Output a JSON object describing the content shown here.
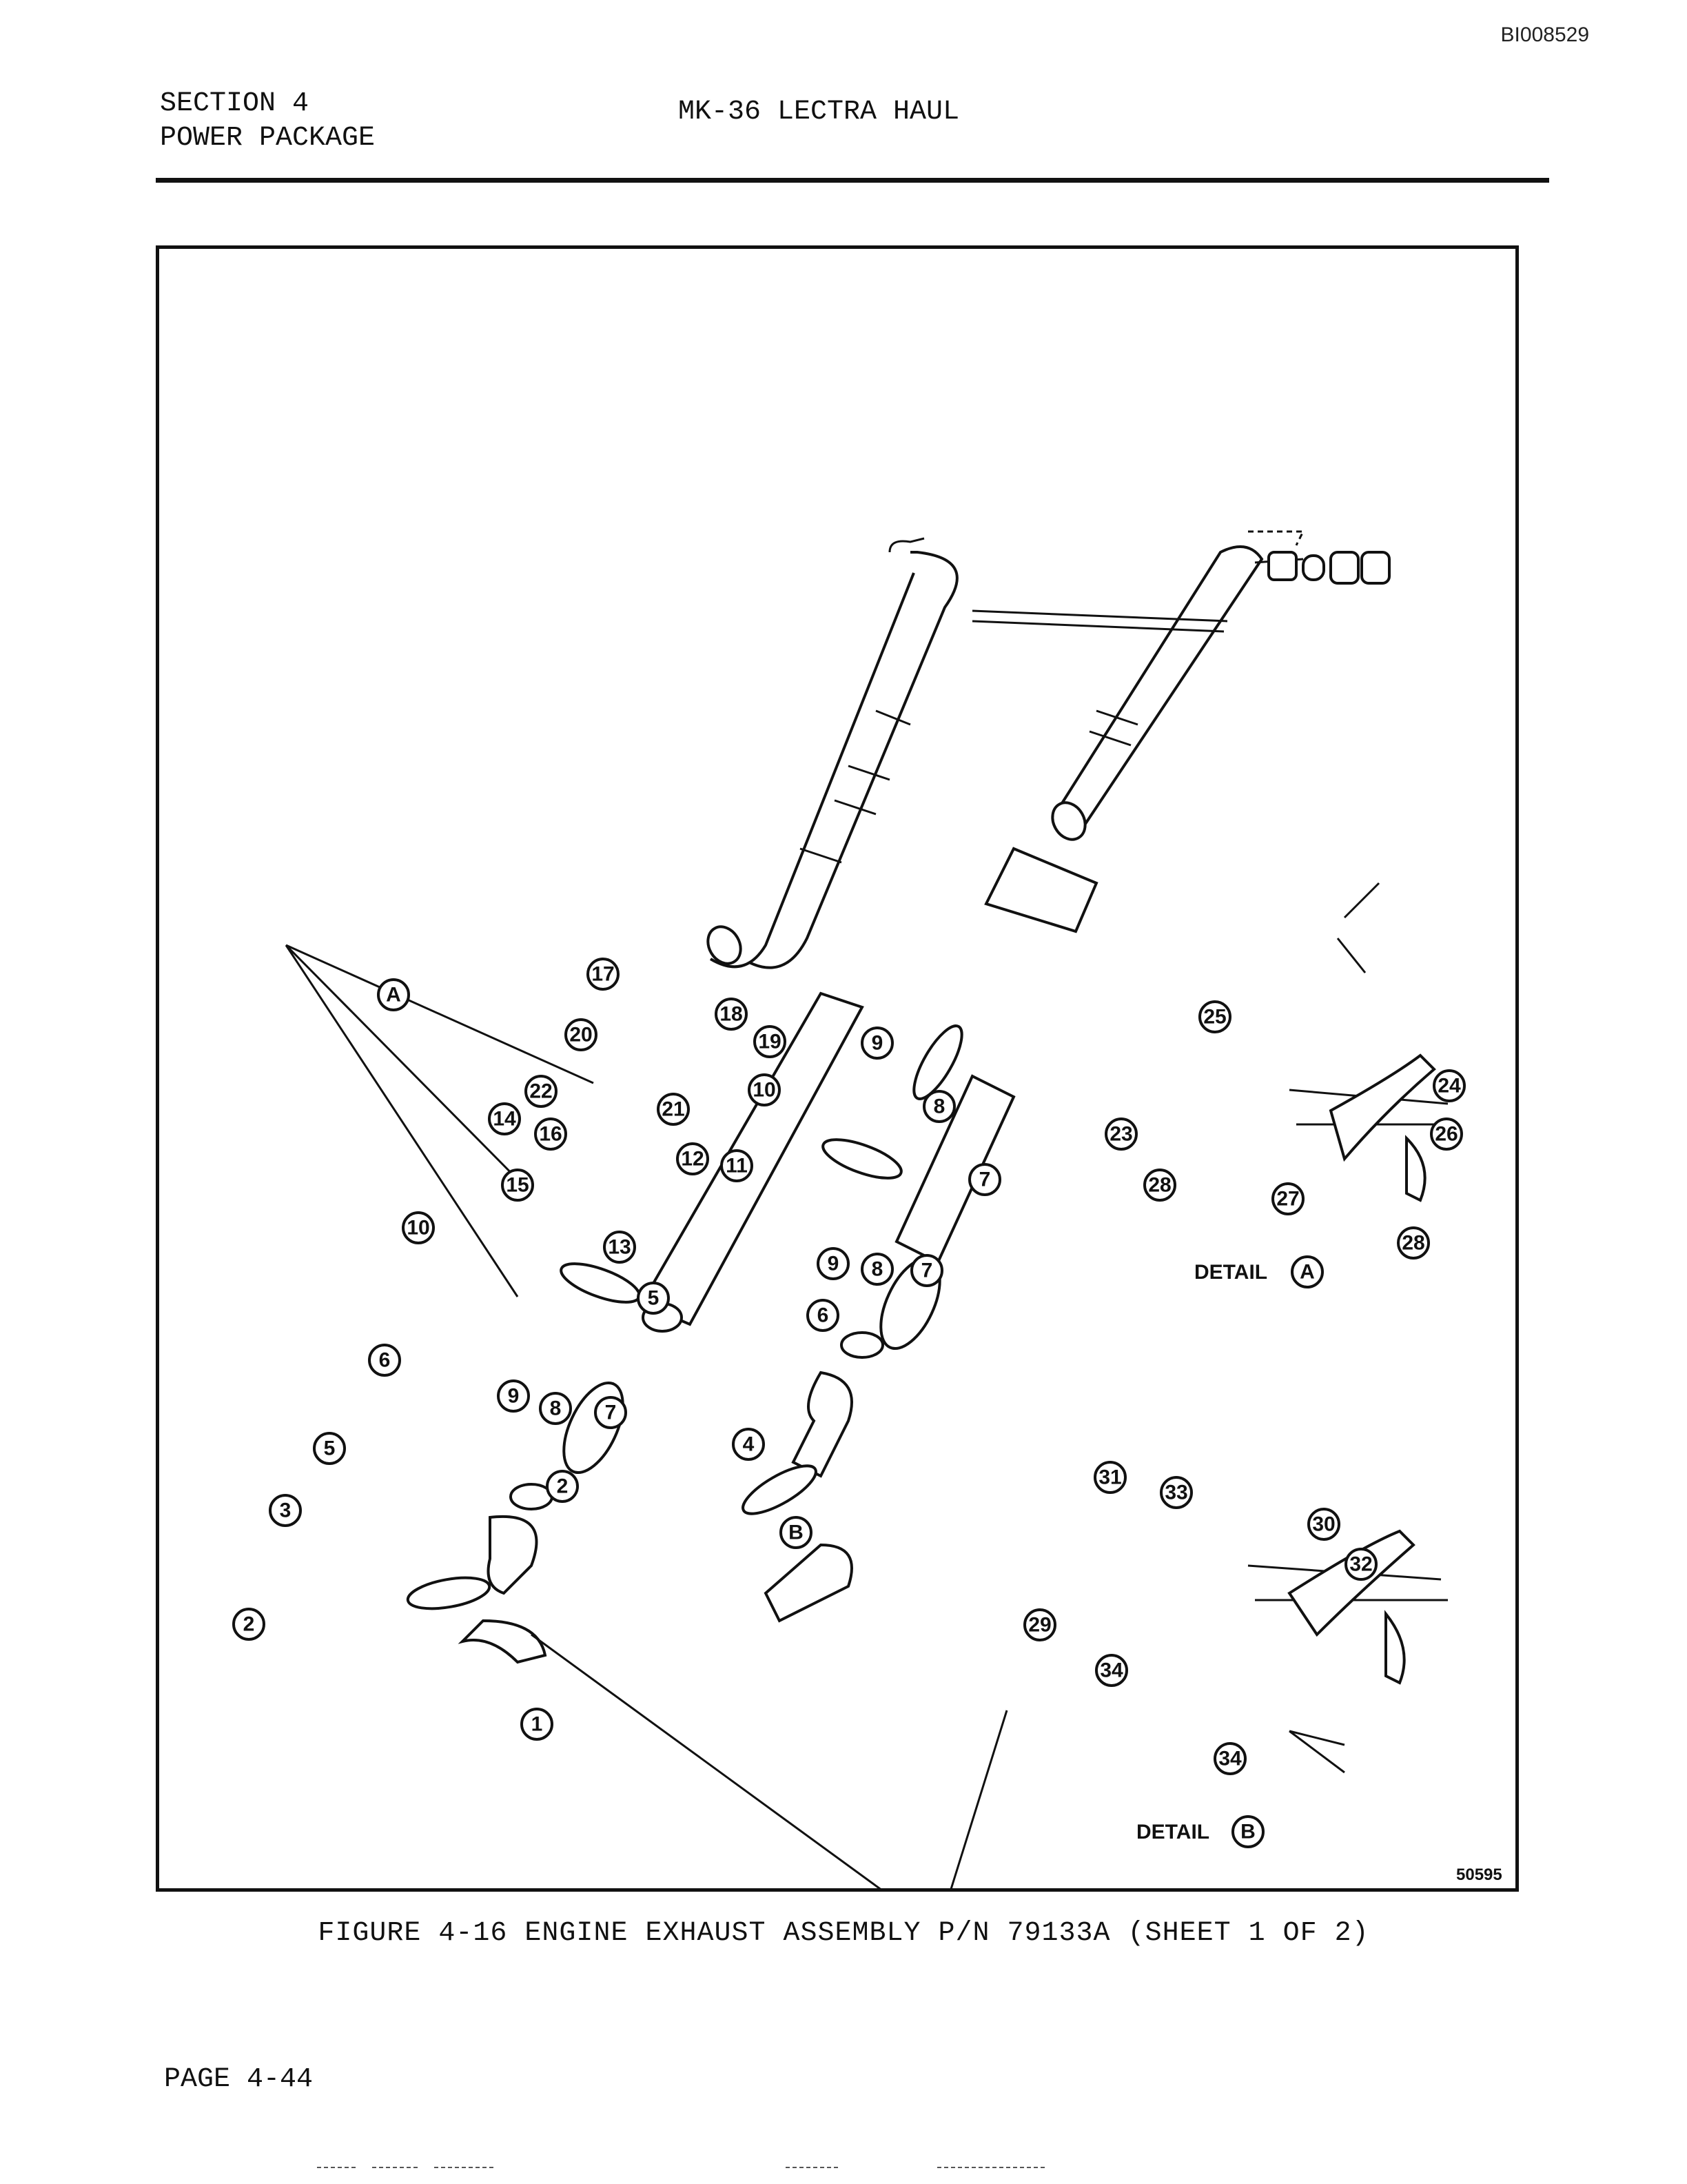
{
  "doc_id": "BI008529",
  "header": {
    "section": "SECTION 4",
    "subsection": "POWER PACKAGE",
    "title": "MK-36 LECTRA HAUL"
  },
  "figure": {
    "callouts": [
      "A",
      "1",
      "2",
      "3",
      "4",
      "5",
      "6",
      "7",
      "8",
      "9",
      "10",
      "11",
      "12",
      "13",
      "14",
      "15",
      "16",
      "17",
      "18",
      "19",
      "20",
      "21",
      "22",
      "23",
      "24",
      "25",
      "26",
      "27",
      "28",
      "29",
      "30",
      "31",
      "32",
      "33",
      "34",
      "B"
    ],
    "detail_a_label": "DETAIL",
    "detail_a_letter": "A",
    "detail_b_label": "DETAIL",
    "detail_b_letter": "B",
    "drawing_number": "50595"
  },
  "caption": "FIGURE 4-16  ENGINE EXHAUST ASSEMBLY P/N 79133A (SHEET 1 OF 2)",
  "page": "PAGE 4-44"
}
